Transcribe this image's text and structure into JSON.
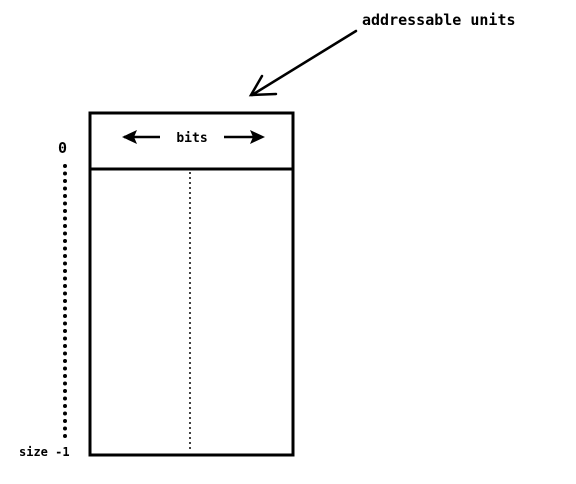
{
  "diagram": {
    "callout_label": "addressable units",
    "cell_label": "bits",
    "top_index_label": "0",
    "bottom_index_label": "size -1"
  },
  "colors": {
    "ink": "#000000",
    "background": "#ffffff"
  }
}
